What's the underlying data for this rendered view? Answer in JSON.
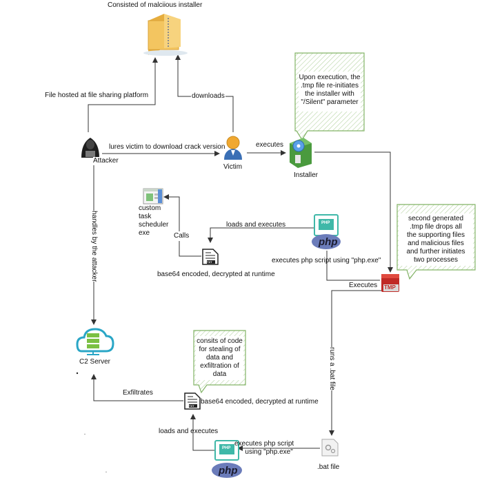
{
  "colors": {
    "note_fill": "#eef5ea",
    "note_stroke": "#82b366",
    "arrow": "#333333",
    "folder": "#f3c560",
    "victim": "#f0a830",
    "cloud": "#2aa6c6",
    "php_blue": "#6b7cba",
    "php_doc": "#3fb8a8",
    "tmp_red": "#d0332f"
  },
  "labels": {
    "installer_top": "Consisted of malciious installer",
    "file_hosted": "File hosted at file sharing platform",
    "downloads": "downloads",
    "lures": "lures victim to download crack version",
    "attacker": "Attacker",
    "victim": "Victim",
    "executes_top": "executes",
    "installer": "Installer",
    "custom_task": [
      "custom",
      "task",
      "scheduler",
      "exe"
    ],
    "calls": "Calls",
    "loads_executes_top": "loads and executes",
    "php_script_top": "executes php script using \"php.exe\"",
    "base64_top": "base64 encoded, decrypted at runtime",
    "executes_mid": "Executes",
    "handles": "handles by the attacker",
    "runs_bat": "runs a .bat file",
    "c2": "C2 Server",
    "exfiltrates": "Exfiltrates",
    "base64_bottom": "base64 encoded, decrypted at runtime",
    "loads_executes_bottom": "loads and executes",
    "php_script_bottom": [
      "executes php script",
      "using \"php.exe\""
    ],
    "bat_file": ".bat file",
    "php_word": "php",
    "php_doc": "PHP",
    "txt_doc": "TXT",
    "tmp_doc": "TMP"
  },
  "notes": {
    "installer_note": [
      "Upon execution, the",
      ".tmp file re-initiates",
      "the installer with",
      "\"/Silent\" parameter"
    ],
    "tmp_note": [
      "second generated",
      ".tmp file drops all",
      "the supporting files",
      "and malicious files",
      "and further initiates",
      "two processes"
    ],
    "exfil_note": [
      "consits of code",
      "for stealing of",
      "data and",
      "exfiltration of",
      "data"
    ]
  }
}
